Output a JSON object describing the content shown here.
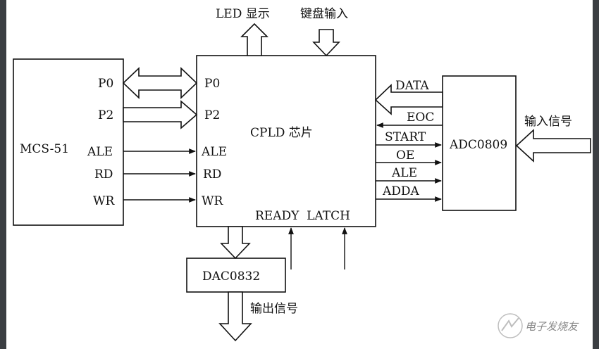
{
  "blocks": {
    "mcs51": "MCS-51",
    "cpld": "CPLD 芯片",
    "adc": "ADC0809",
    "dac": "DAC0832"
  },
  "mcs_pins": {
    "p0": "P0",
    "p2": "P2",
    "ale": "ALE",
    "rd": "RD",
    "wr": "WR"
  },
  "cpld_pins": {
    "p0": "P0",
    "p2": "P2",
    "ale": "ALE",
    "rd": "RD",
    "wr": "WR",
    "ready_latch": "READY  LATCH"
  },
  "adc_signals": {
    "data": "DATA",
    "eoc": "EOC",
    "start": "START",
    "oe": "OE",
    "ale": "ALE",
    "adda": "ADDA"
  },
  "io_labels": {
    "led": "LED 显示",
    "keyboard": "键盘输入",
    "input_signal": "输入信号",
    "output_signal": "输出信号"
  },
  "watermark": "电子发烧友"
}
